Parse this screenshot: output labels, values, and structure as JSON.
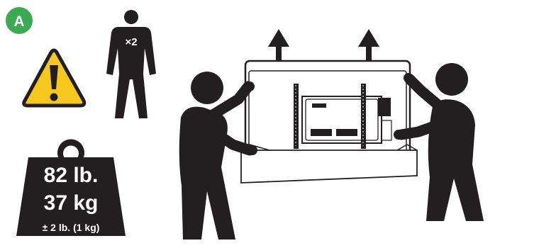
{
  "step": {
    "label": "A",
    "badge_color": "#3aaa55"
  },
  "warning": {
    "icon": "warning-triangle",
    "fill_color": "#f6c81e",
    "mark": "!"
  },
  "people": {
    "count_label": "×2"
  },
  "weight": {
    "pounds": "82 lb.",
    "kilograms": "37 kg",
    "tolerance": "± 2 lb. (1 kg)"
  },
  "colors": {
    "ink": "#231f20",
    "background": "#ffffff"
  }
}
